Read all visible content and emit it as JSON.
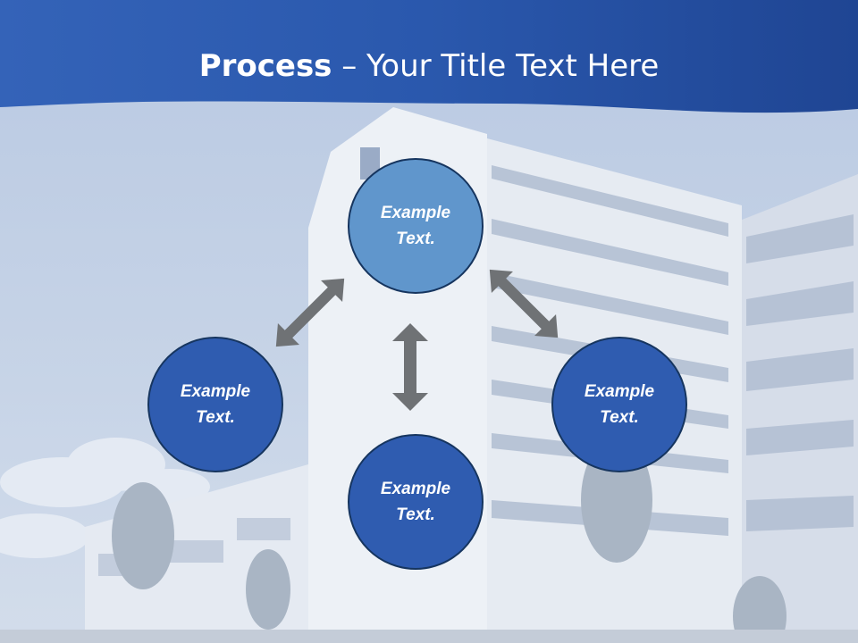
{
  "title": {
    "bold": "Process",
    "rest": " – Your Title Text Here"
  },
  "process": {
    "nodes": [
      {
        "id": "top",
        "text": "Example Text."
      },
      {
        "id": "left",
        "text": "Example Text."
      },
      {
        "id": "right",
        "text": "Example Text."
      },
      {
        "id": "bottom",
        "text": "Example Text."
      }
    ]
  },
  "colors": {
    "header_blue": "#2a56a8",
    "node_top": "#6096cc",
    "node": "#2f5cb0",
    "node_border": "#16355f",
    "arrow": "#6f7275"
  }
}
